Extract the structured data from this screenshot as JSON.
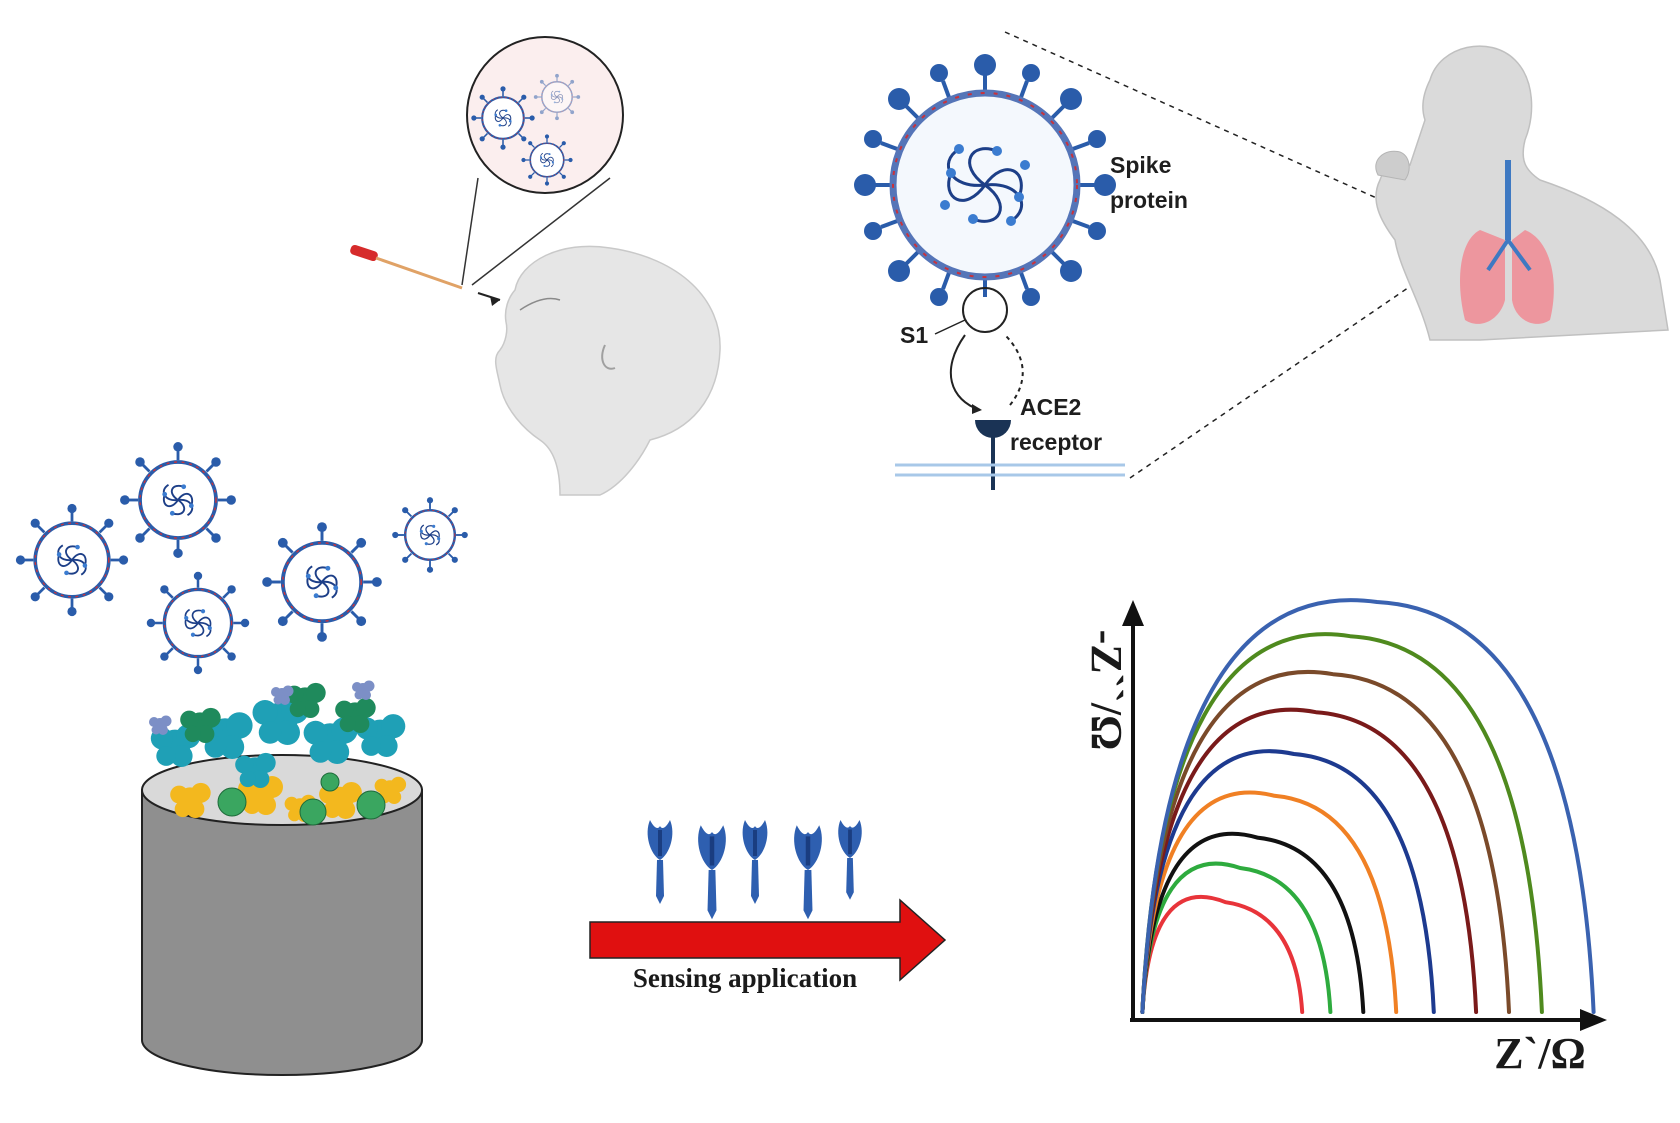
{
  "labels": {
    "spike_line1": "Spike",
    "spike_line2": "protein",
    "s1": "S1",
    "ace2_line1": "ACE2",
    "ace2_line2": "receptor",
    "sensing": "Sensing application"
  },
  "colors": {
    "virus_blue": "#2a5caa",
    "virus_red": "#c8323c",
    "arrow_red": "#e01010",
    "electrode_gray": "#8f8f8f"
  },
  "chart_data": {
    "type": "line",
    "title": "",
    "xlabel": "Z`/Ω",
    "ylabel": "-Z``/Ω",
    "grid": false,
    "series": [
      {
        "color": "#e8343a",
        "x_start": 0.02,
        "x_end": 0.36,
        "peak": 0.31
      },
      {
        "color": "#2eab3e",
        "x_start": 0.02,
        "x_end": 0.42,
        "peak": 0.4
      },
      {
        "color": "#111111",
        "x_start": 0.02,
        "x_end": 0.49,
        "peak": 0.48
      },
      {
        "color": "#f08024",
        "x_start": 0.02,
        "x_end": 0.56,
        "peak": 0.59
      },
      {
        "color": "#1d3a8f",
        "x_start": 0.02,
        "x_end": 0.64,
        "peak": 0.7
      },
      {
        "color": "#7a1a1a",
        "x_start": 0.02,
        "x_end": 0.73,
        "peak": 0.81
      },
      {
        "color": "#7a4a2a",
        "x_start": 0.02,
        "x_end": 0.8,
        "peak": 0.91
      },
      {
        "color": "#4f8a1e",
        "x_start": 0.02,
        "x_end": 0.87,
        "peak": 1.01
      },
      {
        "color": "#3a62b0",
        "x_start": 0.02,
        "x_end": 0.98,
        "peak": 1.1
      }
    ]
  }
}
